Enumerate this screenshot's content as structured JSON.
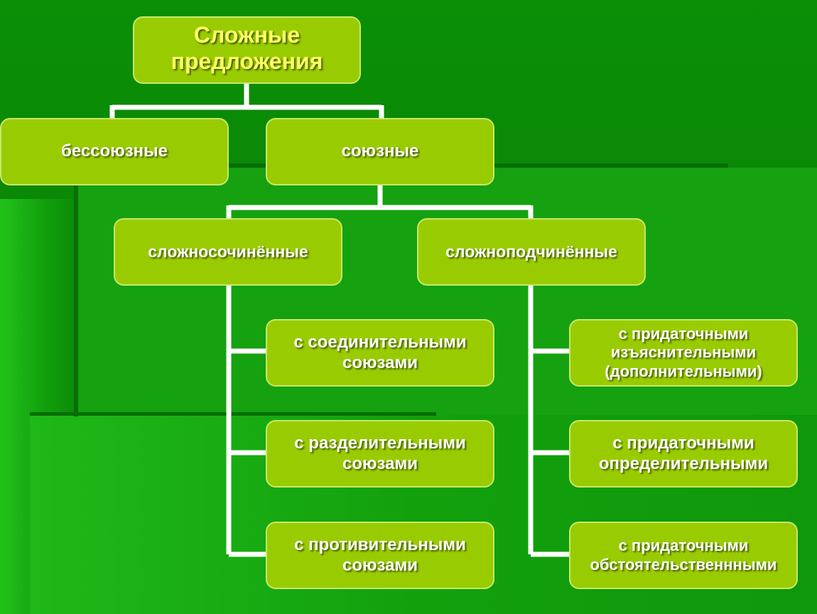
{
  "diagram": {
    "root": {
      "label": "Сложные\nпредложения"
    },
    "level1": [
      {
        "label": "бессоюзные"
      },
      {
        "label": "союзные"
      }
    ],
    "level2": [
      {
        "label": "сложносочинённые"
      },
      {
        "label": "сложноподчинённые"
      }
    ],
    "compound_types": [
      {
        "label": "с соединительными\nсоюзами"
      },
      {
        "label": "с разделительными\nсоюзами"
      },
      {
        "label": "с противительными\nсоюзами"
      }
    ],
    "complex_types": [
      {
        "label": "с придаточными\nизъяснительными\n(дополнительными)"
      },
      {
        "label": "с придаточными\nопределительными"
      },
      {
        "label": "с придаточными\nобстоятельственнными"
      }
    ]
  },
  "colors": {
    "background": "#0a8a06",
    "node_fill": "#99cc00",
    "node_border": "#c6e86a",
    "root_text": "#ffff66",
    "node_text": "#ffffff",
    "connector": "#ffffff"
  }
}
